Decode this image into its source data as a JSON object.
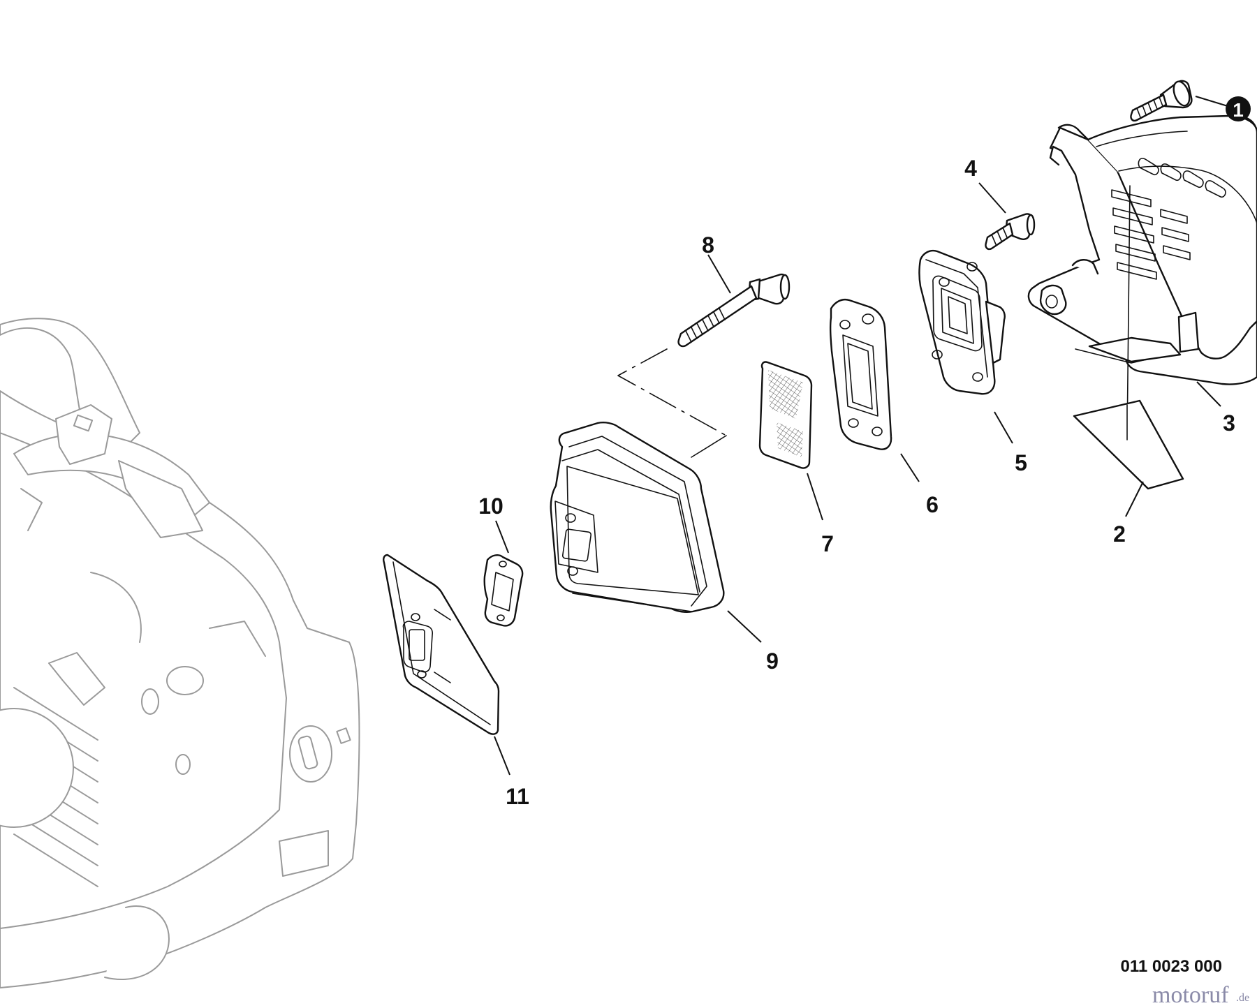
{
  "diagram": {
    "reference_number": "011 0023 000",
    "watermark": {
      "main": "motoruf",
      "tld": ".de"
    },
    "callouts": [
      {
        "id": "1",
        "label": "1",
        "style": "filled-circle"
      },
      {
        "id": "2",
        "label": "2"
      },
      {
        "id": "3",
        "label": "3"
      },
      {
        "id": "4",
        "label": "4"
      },
      {
        "id": "5",
        "label": "5"
      },
      {
        "id": "6",
        "label": "6"
      },
      {
        "id": "7",
        "label": "7"
      },
      {
        "id": "8",
        "label": "8"
      },
      {
        "id": "9",
        "label": "9"
      },
      {
        "id": "10",
        "label": "10"
      },
      {
        "id": "11",
        "label": "11"
      }
    ],
    "colors": {
      "line": "#111111",
      "ghost_outline": "#9a9a9a",
      "watermark": "#8a8aa8",
      "background": "#ffffff"
    }
  }
}
